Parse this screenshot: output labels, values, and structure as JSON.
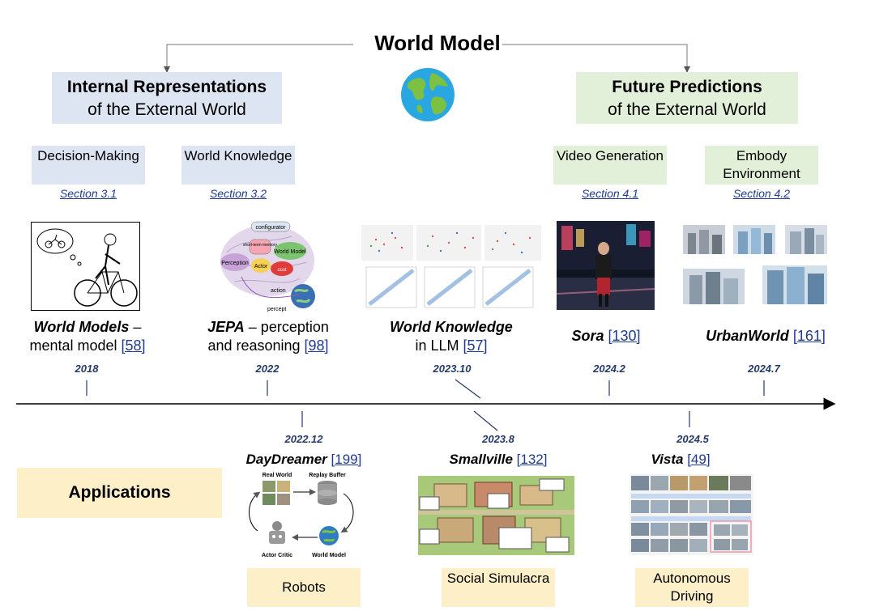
{
  "title": "World Model",
  "left_branch": {
    "title": "Internal Representations",
    "subtitle": "of the External World"
  },
  "right_branch": {
    "title": "Future Predictions",
    "subtitle": "of the External World"
  },
  "categories": [
    {
      "label": "Decision-Making",
      "section": "Section 3.1"
    },
    {
      "label": "World Knowledge",
      "section": "Section 3.2"
    },
    {
      "label": "Video Generation",
      "section": "Section 4.1"
    },
    {
      "label": "Embody Environment",
      "section": "Section 4.2"
    }
  ],
  "papers": [
    {
      "name": "World Models",
      "rest1": " –",
      "line2": "mental model ",
      "ref": "[58]",
      "year": "2018"
    },
    {
      "name": "JEPA",
      "rest1": " – perception",
      "line2": "and reasoning ",
      "ref": "[98]",
      "year": "2022"
    },
    {
      "name": "World Knowledge",
      "rest1": "",
      "line2": "in LLM ",
      "ref": "[57]",
      "year": "2023.10"
    },
    {
      "name": "Sora",
      "rest1": " ",
      "ref": "[130]",
      "year": "2024.2"
    },
    {
      "name": "UrbanWorld",
      "rest1": " ",
      "ref": "[161]",
      "year": "2024.7"
    }
  ],
  "applications_label": "Applications",
  "apps": [
    {
      "name": "DayDreamer",
      "ref": "[199]",
      "year": "2022.12",
      "box": "Robots"
    },
    {
      "name": "Smallville",
      "ref": "[132]",
      "year": "2023.8",
      "box": "Social Simulacra"
    },
    {
      "name": "Vista",
      "ref": "[49]",
      "year": "2024.5",
      "box": "Autonomous Driving"
    }
  ],
  "jepa_labels": {
    "configurator": "configurator",
    "short_term": "short-term memory",
    "world_model": "World Model",
    "perception": "Perception",
    "actor": "Actor",
    "cost": "cost",
    "action": "action",
    "percept": "percept"
  },
  "daydreamer_labels": {
    "real_world": "Real World",
    "replay_buffer": "Replay Buffer",
    "actor_critic": "Actor Critic",
    "world_model": "World Model"
  },
  "colors": {
    "blue_box": "#dde4f2",
    "green_box": "#e2efd9",
    "yellow_box": "#fdefc8",
    "link": "#1f3a93",
    "year": "#243a6a"
  }
}
